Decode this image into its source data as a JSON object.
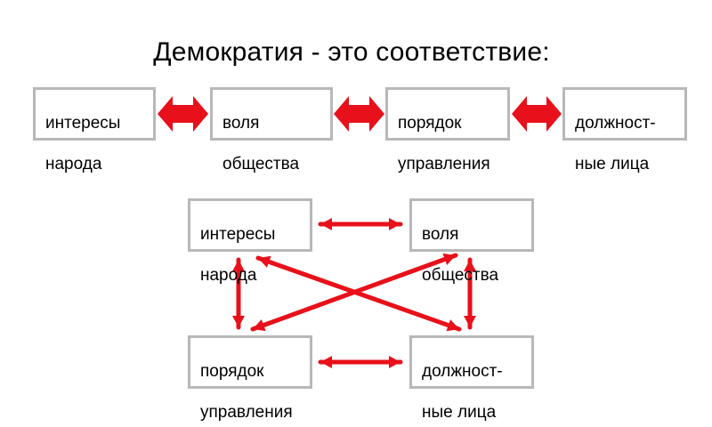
{
  "title": "Демократия - это соответствие:",
  "colors": {
    "arrow": "#e8101a",
    "box_border": "#b8b8b8"
  },
  "top_row": [
    {
      "line1": "интересы",
      "line2": "народа"
    },
    {
      "line1": "воля",
      "line2": "общества"
    },
    {
      "line1": "порядок",
      "line2": "управления"
    },
    {
      "line1": "должност-",
      "line2": "ные лица"
    }
  ],
  "diagram": {
    "interests": {
      "line1": "интересы",
      "line2": "народа"
    },
    "will": {
      "line1": "воля",
      "line2": "общества"
    },
    "order": {
      "line1": "порядок",
      "line2": "управления"
    },
    "officials": {
      "line1": "должност-",
      "line2": "ные лица"
    }
  }
}
